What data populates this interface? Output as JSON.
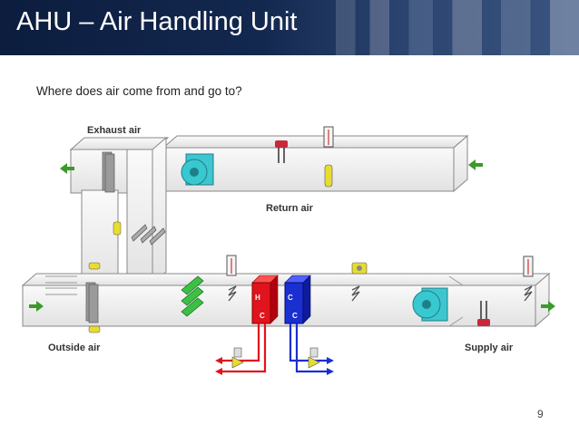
{
  "slide": {
    "title": "AHU – Air Handling Unit",
    "question": "Where does air come from and go to?",
    "page_number": "9"
  },
  "labels": {
    "exhaust_air": "Exhaust air",
    "return_air": "Return air",
    "outside_air": "Outside air",
    "supply_air": "Supply air"
  },
  "coils": {
    "heating_top": "H",
    "heating_bottom": "C",
    "cooling_top": "C",
    "cooling_bottom": "C"
  },
  "colors": {
    "banner": "#13284f",
    "heating_coil": "#e0141c",
    "cooling_coil": "#1a2fd0",
    "fan": "#38c8d0",
    "arrow": "#3a9a2a"
  }
}
